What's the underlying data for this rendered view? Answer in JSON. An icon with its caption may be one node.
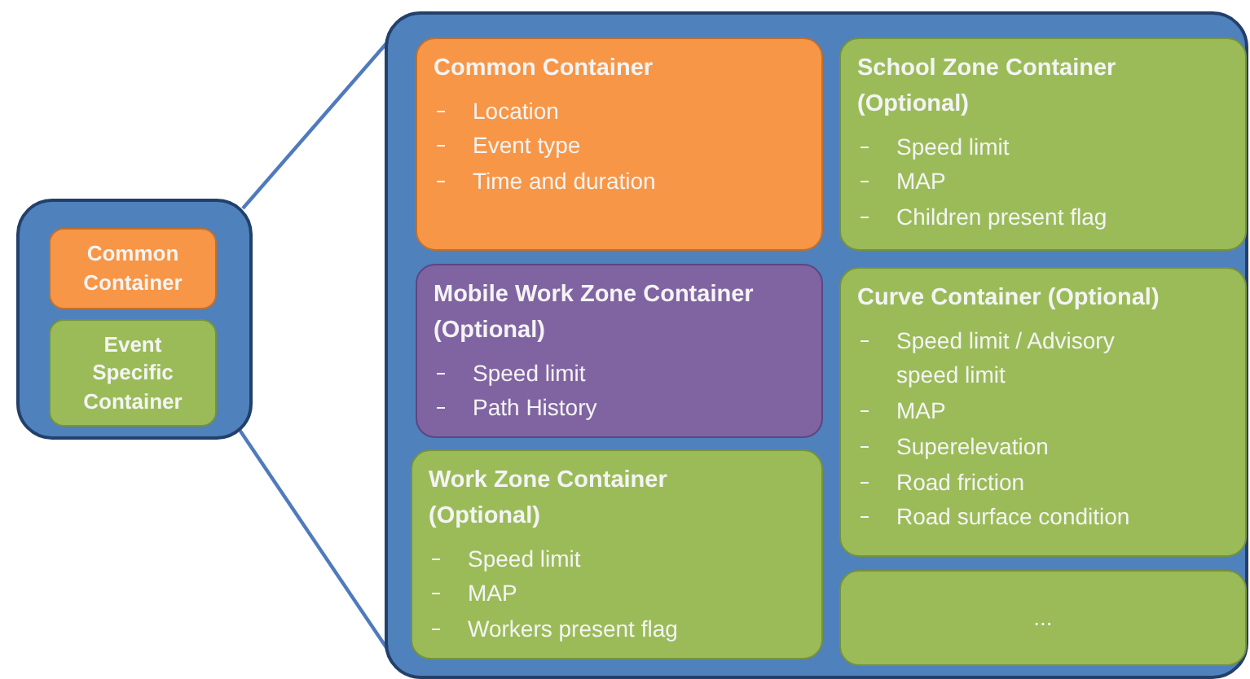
{
  "diagram": {
    "nodes": [
      {
        "text": [],
        "shape": "box"
      },
      {
        "text": [
          "Common Container"
        ],
        "in": 0
      },
      {
        "text": [
          "Event Specific Container"
        ],
        "in": 0
      },
      {
        "text": [],
        "shape": "box"
      },
      {
        "text": [
          "Common Container",
          "Location",
          "Event type",
          "Time and duration"
        ],
        "in": 3
      },
      {
        "text": [
          "School Zone Container (Optional)",
          "Speed limit",
          "MAP",
          "Children present flag"
        ],
        "in": 3
      },
      {
        "text": [
          "Mobile Work Zone Container (Optional)",
          "Speed limit",
          "Path History"
        ],
        "in": 3
      },
      {
        "text": [
          "Curve Container (Optional)",
          "Speed limit / Advisory speed limit",
          "MAP",
          "Superelevation",
          "Road friction",
          "Road surface condition"
        ],
        "in": 3
      },
      {
        "text": [
          "Work Zone Container (Optional)",
          "Speed limit",
          "MAP",
          "Workers present flag"
        ],
        "in": 3
      },
      {
        "text": [
          "..."
        ],
        "in": 3
      }
    ],
    "edges": [
      {
        "from": 0,
        "to": 3,
        "arrow": "none"
      },
      {
        "from": 0,
        "to": 3,
        "arrow": "none"
      }
    ]
  }
}
